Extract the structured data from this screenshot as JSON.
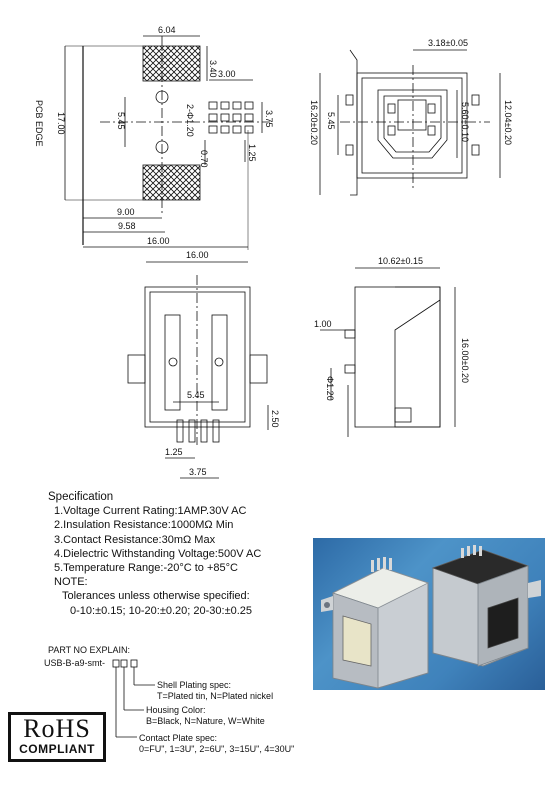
{
  "pcb_layout": {
    "pcb_edge_label": "PCB EDGE",
    "dim_pad_width": "6.04",
    "dim_pad_height": "3.40",
    "dim_pin_to_edge": "3.00",
    "dim_hole_dia": "2-Φ1.20",
    "dim_hole_span": "5.45",
    "dim_pin_pitch_row": "3.75",
    "dim_pin_pitch": "1.25",
    "dim_pin_width": "0.70",
    "dim_total_height": "17.00",
    "dim_9": "9.00",
    "dim_958": "9.58",
    "dim_16": "16.00"
  },
  "front_view": {
    "dim_width": "3.18±0.05",
    "dim_h1": "16.20±0.20",
    "dim_h2": "5.45",
    "dim_opening": "5.60±0.10",
    "dim_h3": "12.04±0.20"
  },
  "bottom_view": {
    "dim_width": "16.00",
    "dim_hole_span": "5.45",
    "dim_pin_len": "2.50",
    "dim_pitch": "1.25",
    "dim_span": "3.75"
  },
  "side_view": {
    "dim_depth": "10.62±0.15",
    "dim_tab": "1.00",
    "dim_post": "Φ1.20",
    "dim_height": "16.00±0.20"
  },
  "specification": {
    "title": "Specification",
    "items": [
      "1.Voltage Current Rating:1AMP.30V AC",
      "2.Insulation Resistance:1000MΩ  Min",
      "3.Contact Resistance:30mΩ  Max",
      "4.Dielectric Withstanding Voltage:500V AC",
      "5.Temperature Range:-20°C to +85°C"
    ],
    "note_title": "NOTE:",
    "tolerance_title": "Tolerances unless otherwise specified:",
    "tolerance_values": "0-10:±0.15;  10-20:±0.20;  20-30:±0.25"
  },
  "part_no": {
    "title": "PART NO EXPLAIN:",
    "code": "USB-B-a9-smt-",
    "shell_title": "Shell Plating   spec:",
    "shell_values": "T=Plated tin,  N=Plated nickel",
    "housing_title": "Housing Color:",
    "housing_values": "B=Black,  N=Nature,  W=White",
    "contact_title": "Contact Plate spec:",
    "contact_values": "0=FU\",  1=3U\",  2=6U\",  3=15U\",  4=30U\""
  },
  "rohs": {
    "top": "RoHS",
    "bottom": "COMPLIANT"
  }
}
